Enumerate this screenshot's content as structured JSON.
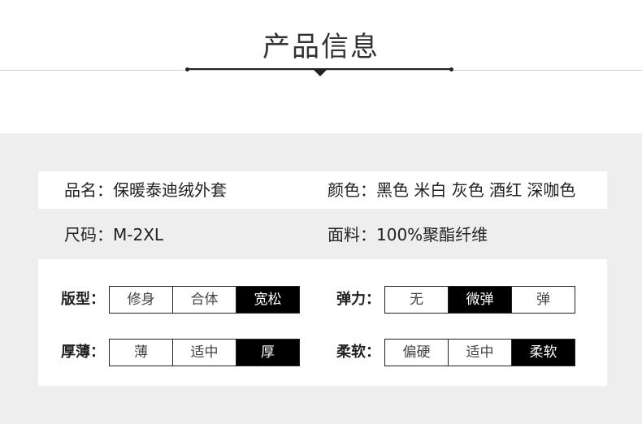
{
  "header": {
    "title": "产品信息"
  },
  "info": {
    "name": "品名：保暖泰迪绒外套",
    "color": "颜色：黑色 米白 灰色 酒红 深咖色",
    "size": "尺码：M-2XL",
    "fabric": "面料：100%聚酯纤维"
  },
  "attributes": {
    "fit": {
      "label": "版型：",
      "options": [
        "修身",
        "合体",
        "宽松"
      ],
      "selected": "宽松"
    },
    "stretch": {
      "label": "弹力：",
      "options": [
        "无",
        "微弹",
        "弹"
      ],
      "selected": "微弹"
    },
    "thickness": {
      "label": "厚薄：",
      "options": [
        "薄",
        "适中",
        "厚"
      ],
      "selected": "厚"
    },
    "softness": {
      "label": "柔软：",
      "options": [
        "偏硬",
        "适中",
        "柔软"
      ],
      "selected": "柔软"
    }
  }
}
